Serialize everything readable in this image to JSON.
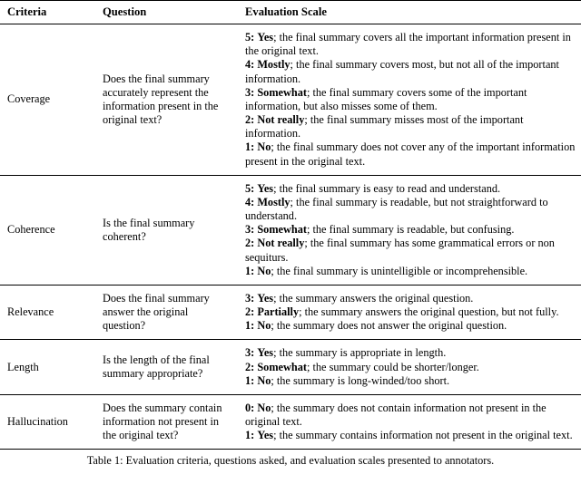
{
  "table": {
    "columns": [
      "Criteria",
      "Question",
      "Evaluation Scale"
    ],
    "rows": [
      {
        "criteria": "Coverage",
        "question": "Does the final summary accurately represent the information present in the original text?",
        "scale": [
          {
            "score": "5:",
            "label": "Yes",
            "text": "; the final summary covers all the important information present in the original text."
          },
          {
            "score": "4:",
            "label": "Mostly",
            "text": "; the final summary covers most, but not all of the important information."
          },
          {
            "score": "3:",
            "label": "Somewhat",
            "text": "; the final summary covers some of the important information, but also misses some of them."
          },
          {
            "score": "2:",
            "label": "Not really",
            "text": "; the final summary misses most of the important information."
          },
          {
            "score": "1:",
            "label": "No",
            "text": "; the final summary does not cover any of the important information present in the original text."
          }
        ]
      },
      {
        "criteria": "Coherence",
        "question": "Is the final summary coherent?",
        "scale": [
          {
            "score": "5:",
            "label": "Yes",
            "text": "; the final summary is easy to read and understand."
          },
          {
            "score": "4:",
            "label": "Mostly",
            "text": "; the final summary is readable, but not straightforward to understand."
          },
          {
            "score": "3:",
            "label": "Somewhat",
            "text": "; the final summary is readable, but confusing."
          },
          {
            "score": "2:",
            "label": "Not really",
            "text": "; the final summary has some grammatical errors or non sequiturs."
          },
          {
            "score": "1:",
            "label": "No",
            "text": "; the final summary is unintelligible or incomprehensible."
          }
        ]
      },
      {
        "criteria": "Relevance",
        "question": "Does the final summary answer the original question?",
        "scale": [
          {
            "score": "3:",
            "label": "Yes",
            "text": "; the summary answers the original question."
          },
          {
            "score": "2:",
            "label": "Partially",
            "text": "; the summary answers the original question, but not fully."
          },
          {
            "score": "1:",
            "label": "No",
            "text": "; the summary does not answer the original question."
          }
        ]
      },
      {
        "criteria": "Length",
        "question": "Is the length of the final summary appropriate?",
        "scale": [
          {
            "score": "3:",
            "label": "Yes",
            "text": "; the summary is appropriate in length."
          },
          {
            "score": "2:",
            "label": "Somewhat",
            "text": "; the summary could be shorter/longer."
          },
          {
            "score": "1:",
            "label": "No",
            "text": "; the summary is long-winded/too short."
          }
        ]
      },
      {
        "criteria": "Hallucination",
        "question": "Does the summary contain information not present in the original text?",
        "scale": [
          {
            "score": "0:",
            "label": "No",
            "text": "; the summary does not contain information not present in the original text."
          },
          {
            "score": "1:",
            "label": "Yes",
            "text": "; the summary contains information not present in the original text."
          }
        ]
      }
    ]
  },
  "caption": "Table 1: Evaluation criteria, questions asked, and evaluation scales presented to annotators."
}
